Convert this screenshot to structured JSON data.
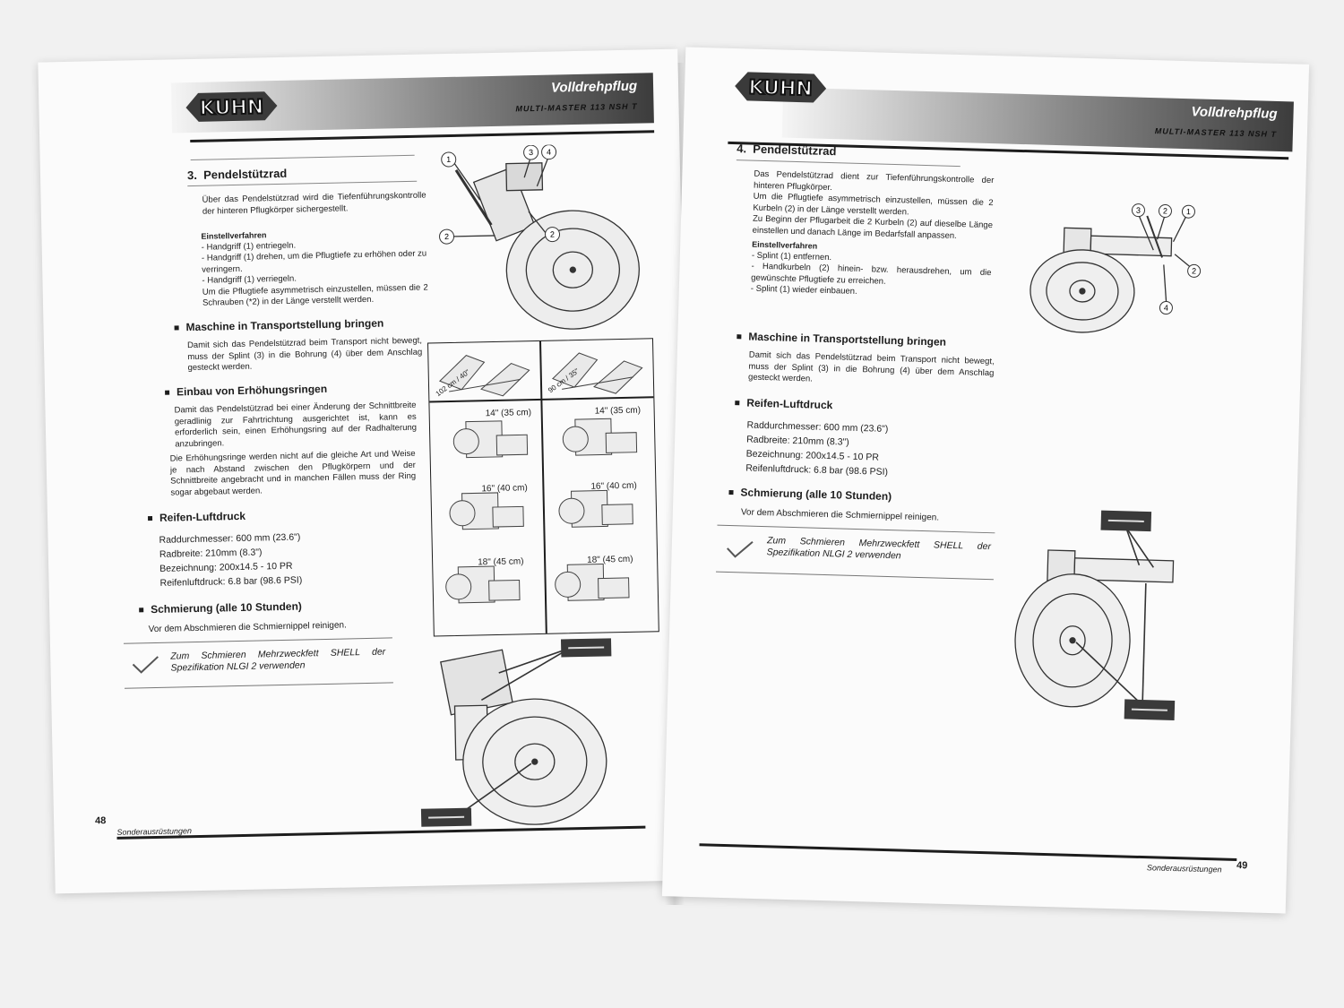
{
  "header": {
    "brand": "KUHN",
    "title": "Volldrehpflug",
    "model": "MULTI-MASTER 113 NSH T"
  },
  "left_page": {
    "section_number": "3.",
    "section_title": "Pendelstützrad",
    "intro_text": "Über das Pendelstützrad wird die Tiefenführungskontrolle der hinteren Pflugkörper sichergestellt.",
    "procedure_title": "Einstellverfahren",
    "procedure_steps": [
      "Handgriff (1) entriegeln.",
      "Handgriff (1) drehen, um die Pflugtiefe zu erhöhen oder zu verringern.",
      "Handgriff (1) verriegeln."
    ],
    "asym_text": "Um die Pflugtiefe asymmetrisch einzustellen, müssen die 2 Schrauben (*2) in der Länge verstellt werden.",
    "transport_title": "Maschine in Transportstellung bringen",
    "transport_text": "Damit sich das Pendelstützrad beim Transport nicht bewegt, muss der Splint (3) in die Bohrung (4) über dem Anschlag gesteckt werden.",
    "rings_title": "Einbau von Erhöhungsringen",
    "rings_text_1": "Damit das Pendelstützrad bei einer Änderung der Schnittbreite geradlinig zur Fahrtrichtung ausgerichtet ist, kann es erforderlich sein, einen Erhöhungsring auf der Radhalterung anzubringen.",
    "rings_text_2": "Die Erhöhungsringe werden nicht auf die gleiche Art und Weise je nach Abstand zwischen den Pflugkörpern und der Schnittbreite angebracht und in manchen Fällen muss der Ring sogar abgebaut werden.",
    "tire_title": "Reifen-Luftdruck",
    "tire_specs": [
      "Raddurchmesser: 600 mm (23.6\")",
      "Radbreite: 210mm (8.3\")",
      "Bezeichnung: 200x14.5 - 10 PR",
      "Reifenluftdruck: 6.8 bar (98.6 PSI)"
    ],
    "grease_title": "Schmierung (alle 10 Stunden)",
    "grease_text": "Vor dem Abschmieren die Schmiernippel reinigen.",
    "grease_note": "Zum Schmieren Mehrzweckfett SHELL der Spezifikation NLGI 2 verwenden",
    "grid_top_labels": [
      "102 cm / 40\"",
      "90 cm / 35\""
    ],
    "grid_labels": [
      "14\" (35 cm)",
      "14\" (35 cm)",
      "16\" (40 cm)",
      "16\" (40 cm)",
      "18\" (45 cm)",
      "18\" (45 cm)"
    ],
    "callouts": [
      "1",
      "3",
      "4",
      "2",
      "2"
    ],
    "page_number": "48",
    "footer": "Sonderausrüstungen"
  },
  "right_page": {
    "section_number": "4.",
    "section_title": "Pendelstützrad",
    "intro_text_1": "Das Pendelstützrad dient zur Tiefenführungskontrolle der hinteren Pflugkörper.",
    "intro_text_2": "Um die Pflugtiefe asymmetrisch einzustellen, müssen die 2 Kurbeln (2) in der Länge verstellt werden.",
    "intro_text_3": "Zu Beginn der Pflugarbeit die 2 Kurbeln (2) auf dieselbe Länge einstellen und danach Länge im Bedarfsfall anpassen.",
    "procedure_title": "Einstellverfahren",
    "procedure_steps": [
      "Splint (1) entfernen.",
      "Handkurbeln (2) hinein- bzw. herausdrehen, um die gewünschte Pflugtiefe zu erreichen.",
      "Splint (1) wieder einbauen."
    ],
    "transport_title": "Maschine in Transportstellung bringen",
    "transport_text": "Damit sich das Pendelstützrad beim Transport nicht bewegt, muss der Splint (3) in die Bohrung (4) über dem Anschlag gesteckt werden.",
    "tire_title": "Reifen-Luftdruck",
    "tire_specs": [
      "Raddurchmesser: 600 mm (23.6\")",
      "Radbreite: 210mm (8.3\")",
      "Bezeichnung: 200x14.5 - 10 PR",
      "Reifenluftdruck: 6.8 bar (98.6 PSI)"
    ],
    "grease_title": "Schmierung (alle 10 Stunden)",
    "grease_text": "Vor dem Abschmieren die Schmiernippel reinigen.",
    "grease_note": "Zum Schmieren Mehrzweckfett SHELL der Spezifikation NLGI 2 verwenden",
    "callouts": [
      "3",
      "2",
      "1",
      "2",
      "4"
    ],
    "page_number": "49",
    "footer": "Sonderausrüstungen"
  }
}
